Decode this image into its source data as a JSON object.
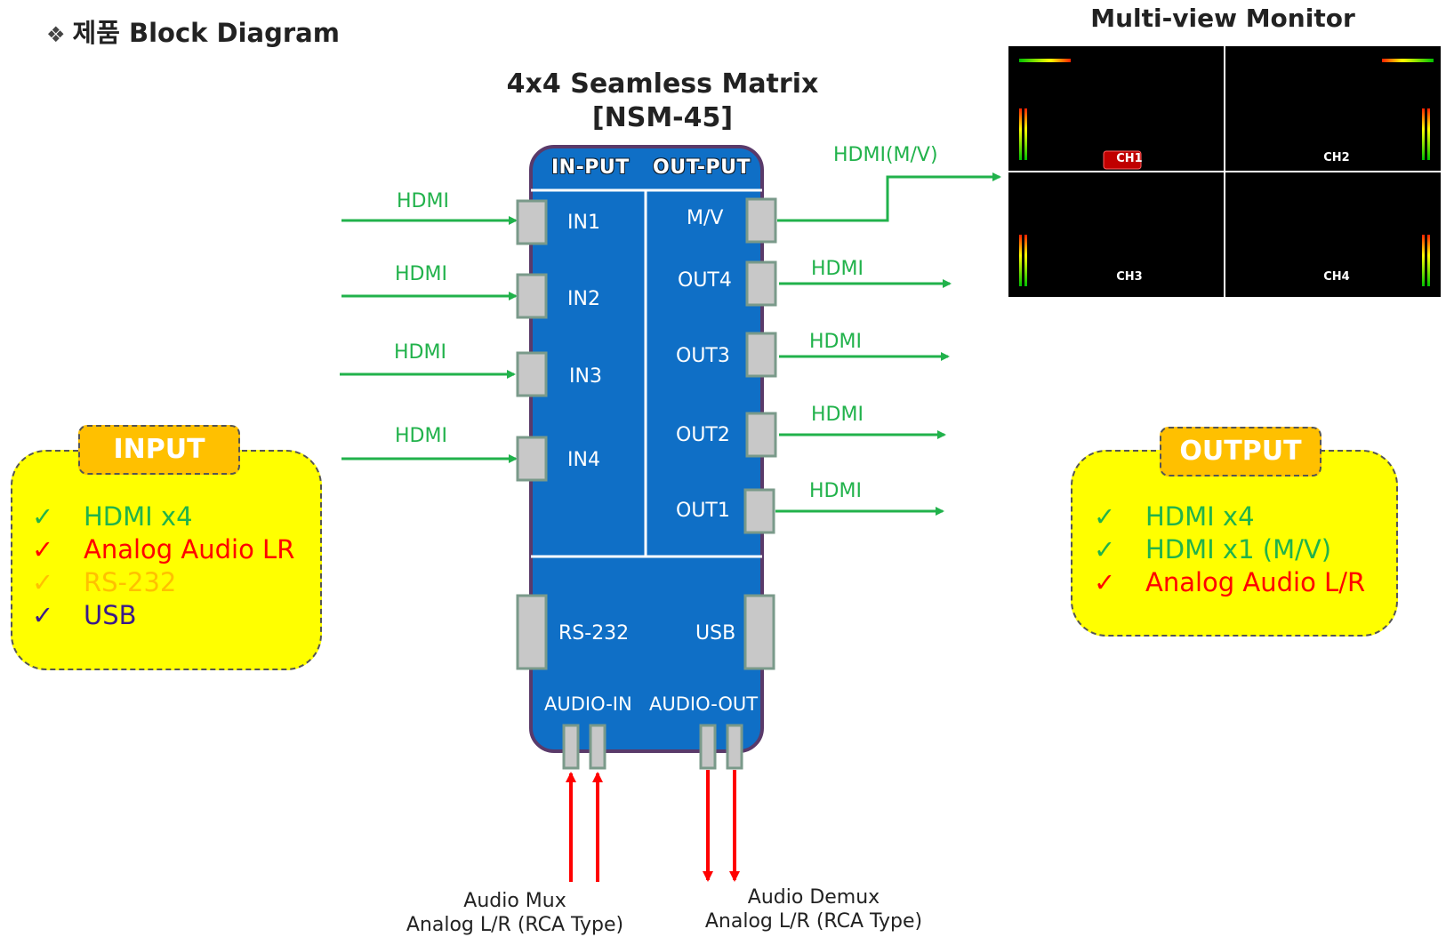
{
  "title": "제품 Block Diagram",
  "title_bullet": "❖",
  "device": {
    "name": "4x4 Seamless Matrix",
    "model": "[NSM-45]"
  },
  "monitor_title": "Multi-view Monitor",
  "headers": {
    "input": "IN-PUT",
    "output": "OUT-PUT"
  },
  "inputs": [
    {
      "label": "IN1",
      "signal": "HDMI"
    },
    {
      "label": "IN2",
      "signal": "HDMI"
    },
    {
      "label": "IN3",
      "signal": "HDMI"
    },
    {
      "label": "IN4",
      "signal": "HDMI"
    }
  ],
  "outputs": [
    {
      "label": "M/V",
      "signal": "HDMI(M/V)"
    },
    {
      "label": "OUT4",
      "signal": "HDMI"
    },
    {
      "label": "OUT3",
      "signal": "HDMI"
    },
    {
      "label": "OUT2",
      "signal": "HDMI"
    },
    {
      "label": "OUT1",
      "signal": "HDMI"
    }
  ],
  "control_ports": {
    "rs232": "RS-232",
    "usb": "USB"
  },
  "audio_ports": {
    "in": "AUDIO-IN",
    "out": "AUDIO-OUT"
  },
  "audio_mux": {
    "line1": "Audio Mux",
    "line2": "Analog L/R (RCA Type)"
  },
  "audio_demux": {
    "line1": "Audio Demux",
    "line2": "Analog L/R (RCA Type)"
  },
  "input_box": {
    "tab": "INPUT",
    "items": [
      {
        "check": "✓",
        "text": "HDMI x4",
        "color": "#21b24b"
      },
      {
        "check": "✓",
        "text": "Analog Audio LR",
        "color": "#ff0000"
      },
      {
        "check": "✓",
        "text": "RS-232",
        "color": "#ffc000"
      },
      {
        "check": "✓",
        "text": "USB",
        "color": "#3a1a8a"
      }
    ]
  },
  "output_box": {
    "tab": "OUTPUT",
    "items": [
      {
        "check": "✓",
        "text": "HDMI x4",
        "color": "#21b24b"
      },
      {
        "check": "✓",
        "text": "HDMI x1 (M/V)",
        "color": "#21b24b"
      },
      {
        "check": "✓",
        "text": "Analog Audio L/R",
        "color": "#ff0000"
      }
    ]
  },
  "monitor_channels": [
    "CH1",
    "CH2",
    "CH3",
    "CH4"
  ],
  "colors": {
    "device_blue": "#0f6fc6",
    "device_border": "#5a3a6a",
    "signal_green": "#21b24b",
    "audio_red": "#ff0000",
    "port_gray": "#c8c8c8",
    "active_channel": "#c00000"
  }
}
